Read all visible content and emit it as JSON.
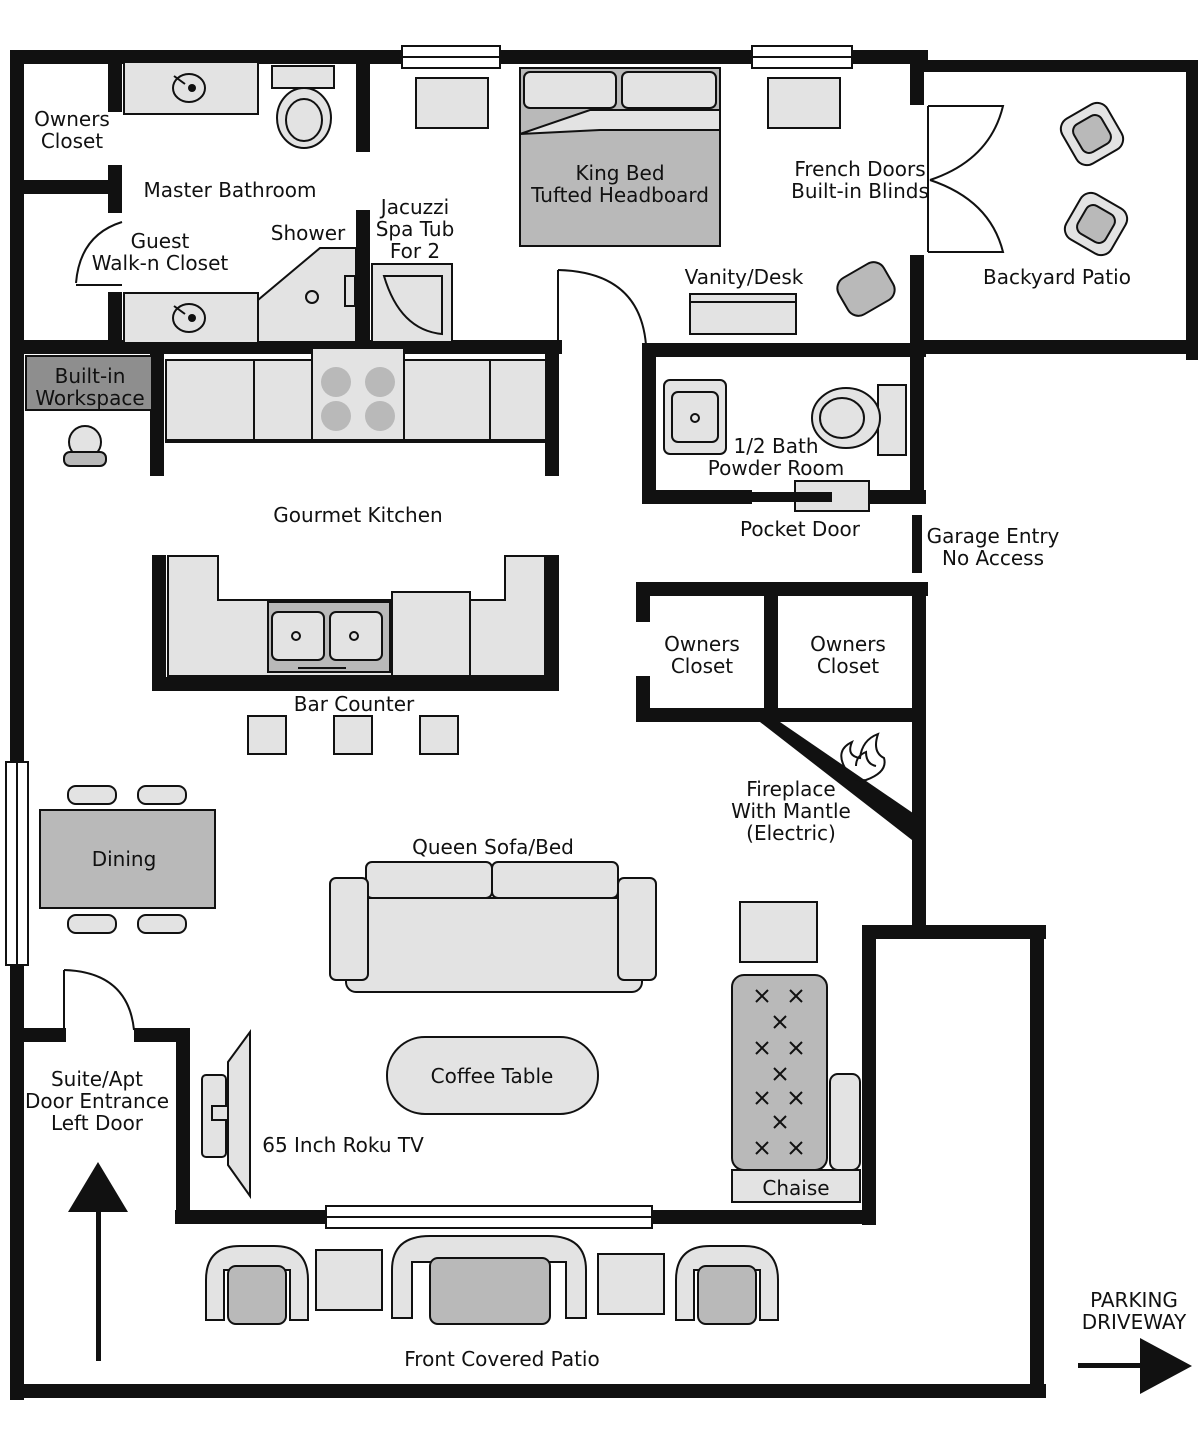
{
  "labels": {
    "owners_closet_top": [
      "Owners",
      "Closet"
    ],
    "master_bathroom": "Master Bathroom",
    "guest_closet": [
      "Guest",
      "Walk-n Closet"
    ],
    "shower": "Shower",
    "jacuzzi": [
      "Jacuzzi",
      "Spa Tub",
      "For 2"
    ],
    "king_bed": [
      "King Bed",
      "Tufted Headboard"
    ],
    "french_doors": [
      "French Doors",
      "Built-in Blinds"
    ],
    "vanity": "Vanity/Desk",
    "backyard": "Backyard Patio",
    "workspace": [
      "Built-in",
      "Workspace"
    ],
    "half_bath": [
      "1/2 Bath",
      "Powder Room"
    ],
    "pocket_door": "Pocket Door",
    "garage": [
      "Garage Entry",
      "No Access"
    ],
    "kitchen": "Gourmet Kitchen",
    "closet_a": [
      "Owners",
      "Closet"
    ],
    "closet_b": [
      "Owners",
      "Closet"
    ],
    "bar_counter": "Bar Counter",
    "fireplace": [
      "Fireplace",
      "With Mantle",
      "(Electric)"
    ],
    "dining": "Dining",
    "sofa": "Queen Sofa/Bed",
    "coffee_table": "Coffee Table",
    "entrance": [
      "Suite/Apt",
      "Door Entrance",
      "Left Door"
    ],
    "tv": "65 Inch Roku TV",
    "chaise": "Chaise",
    "front_patio": "Front Covered Patio",
    "parking": [
      "PARKING",
      "DRIVEWAY"
    ]
  },
  "icons": [
    "arrow-up-icon",
    "arrow-right-icon",
    "flame-icon",
    "sink-icon",
    "toilet-icon",
    "chair-icon"
  ]
}
